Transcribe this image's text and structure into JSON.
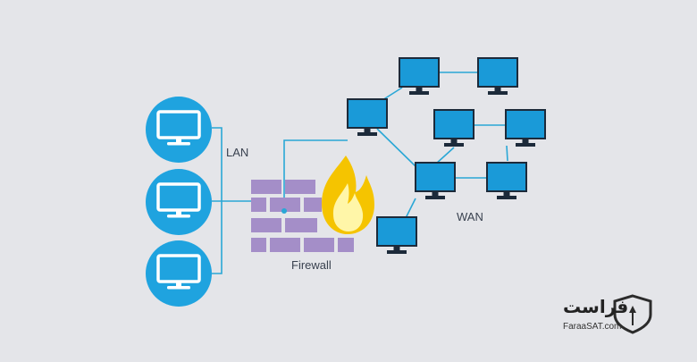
{
  "diagram": {
    "lan_label": "LAN",
    "wan_label": "WAN",
    "firewall_label": "Firewall",
    "lan_computer_count": 3,
    "wan_computer_count": 8
  },
  "brand": {
    "name": "فراست",
    "url": "FaraaSAT.com"
  },
  "colors": {
    "background": "#e4e5e9",
    "lan_circle": "#1fa3df",
    "monitor_screen": "#1a9ad8",
    "monitor_frame": "#1c2a3a",
    "brick": "#a48ec8",
    "lines": "#2aa7d6",
    "flame_outer": "#f5c400",
    "flame_inner": "#fff6a8"
  },
  "icons": [
    "desktop-monitor-icon",
    "fire-icon",
    "shield-icon"
  ]
}
